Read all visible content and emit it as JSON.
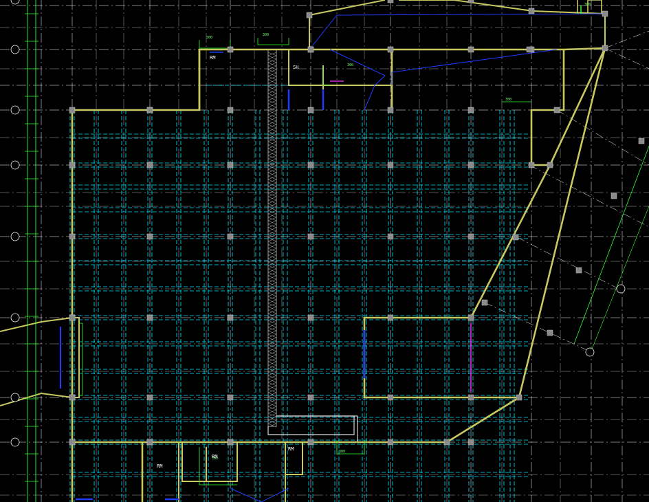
{
  "drawing": {
    "colors": {
      "background": "#000000",
      "grid": "#ffffff",
      "wall": "#c8c860",
      "beam": "#00e5ff",
      "column": "#8a8a8a",
      "dimension": "#33ff33",
      "pipe": "#1e3cff",
      "magenta": "#ff33ff"
    },
    "axis_bubbles": [
      "",
      "",
      "",
      "",
      "",
      "",
      "",
      "",
      ""
    ],
    "room_labels": [
      "RM",
      "SH",
      "RM",
      "RM",
      "RM"
    ],
    "dimension_labels": [
      "300",
      "300",
      "300",
      "300",
      "300",
      "300",
      "300"
    ]
  }
}
